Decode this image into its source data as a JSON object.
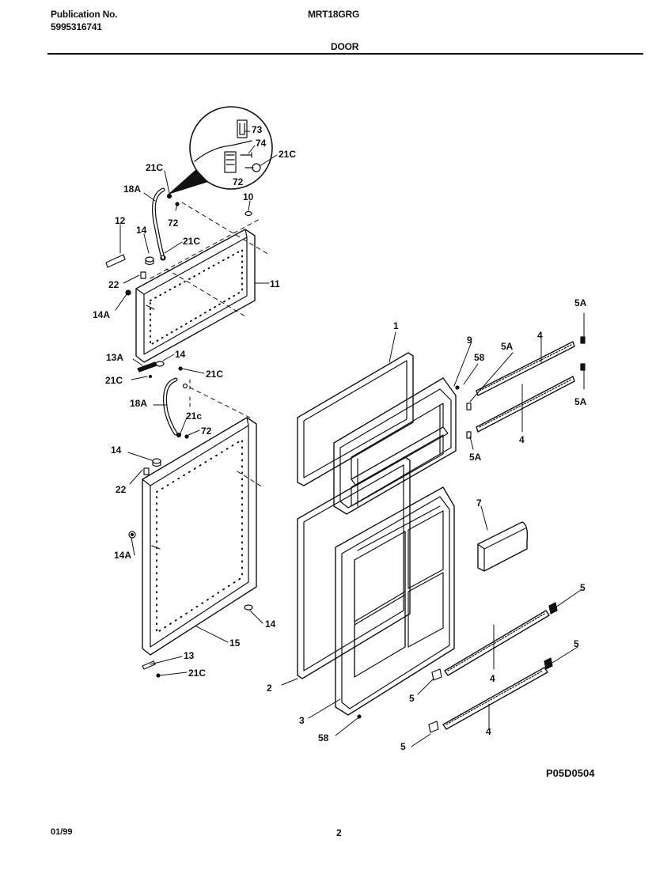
{
  "header": {
    "publication_label": "Publication No.",
    "publication_number": "5995316741",
    "model": "MRT18GRG",
    "section_title": "DOOR"
  },
  "callouts": [
    {
      "id": "c-73",
      "text": "73"
    },
    {
      "id": "c-74",
      "text": "74"
    },
    {
      "id": "c-21C-inset",
      "text": "21C"
    },
    {
      "id": "c-72-inset",
      "text": "72"
    },
    {
      "id": "c-21C-top",
      "text": "21C"
    },
    {
      "id": "c-18A-top",
      "text": "18A"
    },
    {
      "id": "c-10",
      "text": "10"
    },
    {
      "id": "c-72-top",
      "text": "72"
    },
    {
      "id": "c-12",
      "text": "12"
    },
    {
      "id": "c-14-a",
      "text": "14"
    },
    {
      "id": "c-21C-b",
      "text": "21C"
    },
    {
      "id": "c-22-a",
      "text": "22"
    },
    {
      "id": "c-11",
      "text": "11"
    },
    {
      "id": "c-14A-a",
      "text": "14A"
    },
    {
      "id": "c-13A",
      "text": "13A"
    },
    {
      "id": "c-14-b",
      "text": "14"
    },
    {
      "id": "c-21C-c",
      "text": "21C"
    },
    {
      "id": "c-21C-d",
      "text": "21C"
    },
    {
      "id": "c-18A-low",
      "text": "18A"
    },
    {
      "id": "c-21c-e",
      "text": "21c"
    },
    {
      "id": "c-72-low",
      "text": "72"
    },
    {
      "id": "c-14-c",
      "text": "14"
    },
    {
      "id": "c-22-b",
      "text": "22"
    },
    {
      "id": "c-14A-b",
      "text": "14A"
    },
    {
      "id": "c-14-d",
      "text": "14"
    },
    {
      "id": "c-15",
      "text": "15"
    },
    {
      "id": "c-13",
      "text": "13"
    },
    {
      "id": "c-21C-f",
      "text": "21C"
    },
    {
      "id": "c-1",
      "text": "1"
    },
    {
      "id": "c-9",
      "text": "9"
    },
    {
      "id": "c-58-a",
      "text": "58"
    },
    {
      "id": "c-5A-a",
      "text": "5A"
    },
    {
      "id": "c-4-a",
      "text": "4"
    },
    {
      "id": "c-5A-b",
      "text": "5A"
    },
    {
      "id": "c-5A-c",
      "text": "5A"
    },
    {
      "id": "c-4-b",
      "text": "4"
    },
    {
      "id": "c-5A-d",
      "text": "5A"
    },
    {
      "id": "c-7",
      "text": "7"
    },
    {
      "id": "c-5-a",
      "text": "5"
    },
    {
      "id": "c-5-b",
      "text": "5"
    },
    {
      "id": "c-4-c",
      "text": "4"
    },
    {
      "id": "c-5-c",
      "text": "5"
    },
    {
      "id": "c-2",
      "text": "2"
    },
    {
      "id": "c-3",
      "text": "3"
    },
    {
      "id": "c-4-d",
      "text": "4"
    },
    {
      "id": "c-58-b",
      "text": "58"
    },
    {
      "id": "c-5-d",
      "text": "5"
    }
  ],
  "diagram_code": "P05D0504",
  "footer": {
    "date": "01/99",
    "page": "2"
  }
}
